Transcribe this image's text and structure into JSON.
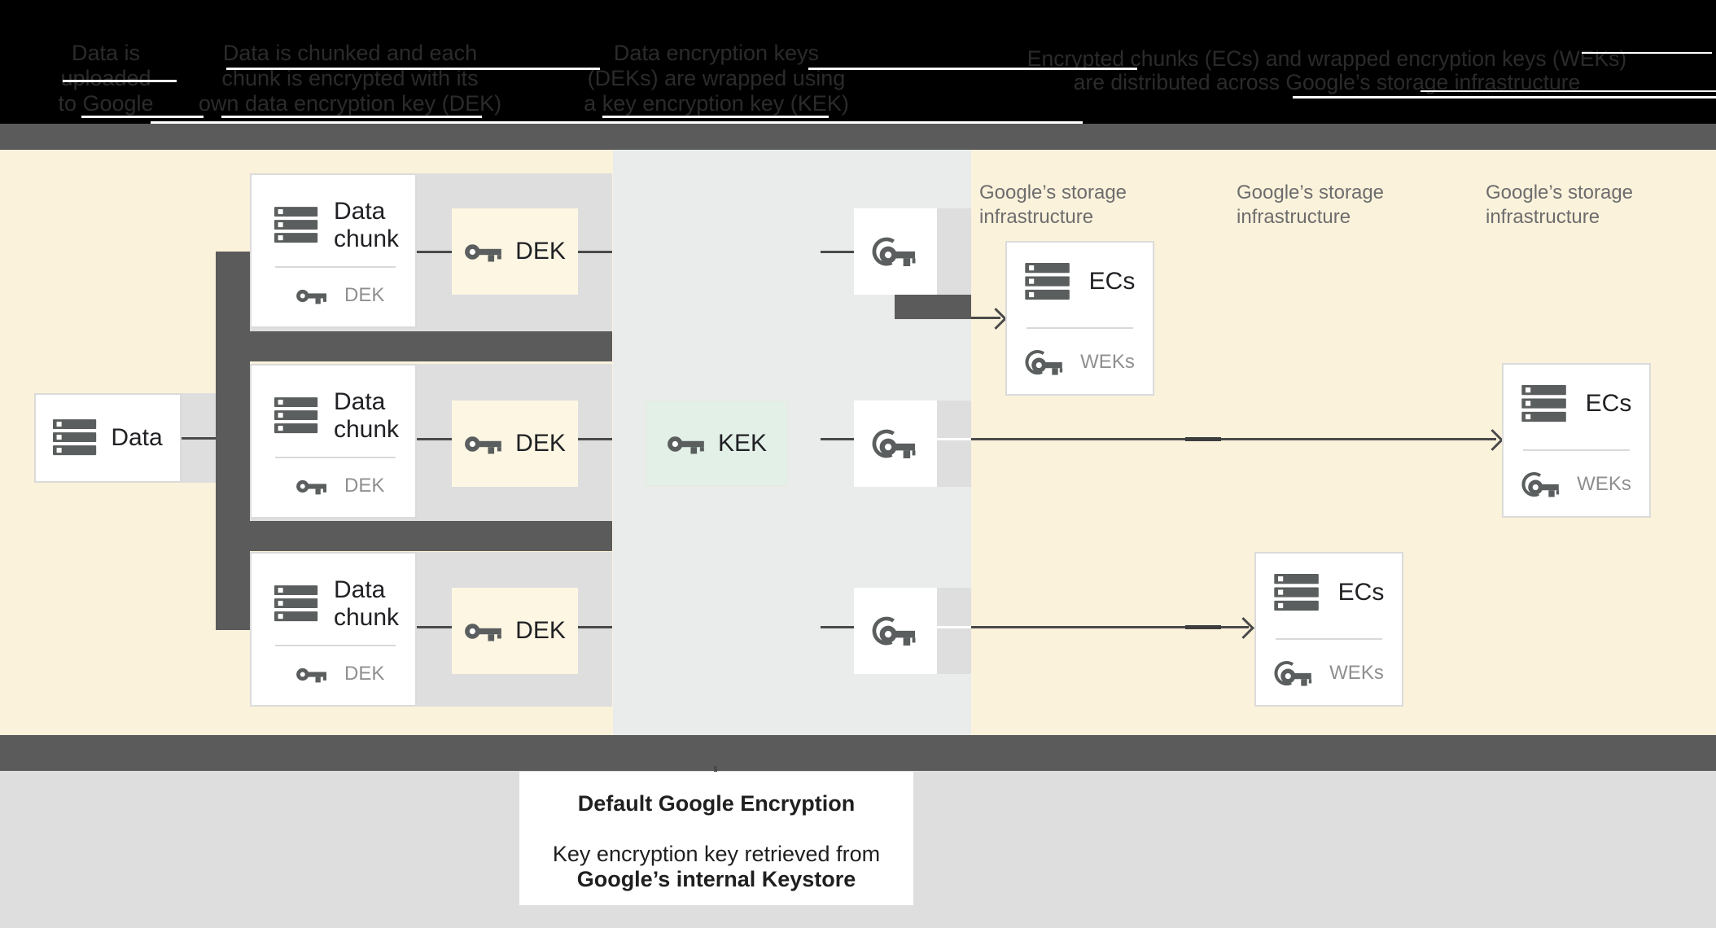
{
  "header": {
    "columns": [
      {
        "lines": [
          "Data is",
          "uploaded",
          "to Google"
        ]
      },
      {
        "lines": [
          "Data is chunked and each",
          "chunk is encrypted with its",
          "own data encryption key (DEK)"
        ]
      },
      {
        "lines": [
          "Data encryption keys",
          "(DEKs) are wrapped using",
          "a key encryption key (KEK)"
        ]
      },
      {
        "lines": [
          "Encrypted chunks (ECs) and wrapped encryption keys (WEKs)",
          "are distributed across Google’s storage infrastructure"
        ]
      }
    ]
  },
  "diagram": {
    "data_box": {
      "label": "Data"
    },
    "chunks": [
      {
        "title_line1": "Data",
        "title_line2": "chunk",
        "key_label": "DEK"
      },
      {
        "title_line1": "Data",
        "title_line2": "chunk",
        "key_label": "DEK"
      },
      {
        "title_line1": "Data",
        "title_line2": "chunk",
        "key_label": "DEK"
      }
    ],
    "deks": [
      {
        "label": "DEK"
      },
      {
        "label": "DEK"
      },
      {
        "label": "DEK"
      }
    ],
    "kek": {
      "label": "KEK"
    },
    "storage_labels": [
      {
        "line1": "Google’s storage",
        "line2": "infrastructure"
      },
      {
        "line1": "Google’s storage",
        "line2": "infrastructure"
      },
      {
        "line1": "Google’s storage",
        "line2": "infrastructure"
      }
    ],
    "ecs": [
      {
        "title": "ECs",
        "key_label": "WEKs"
      },
      {
        "title": "ECs",
        "key_label": "WEKs"
      },
      {
        "title": "ECs",
        "key_label": "WEKs"
      }
    ]
  },
  "footer": {
    "title": "Default Google Encryption",
    "line1": "Key encryption key retrieved from",
    "line2": "Google’s internal Keystore"
  },
  "colors": {
    "header_bg": "#000000",
    "header_text": "#2B2B2B",
    "cream_zone": "#FBF2DC",
    "cream_box": "#FDF6E3",
    "mid_zone": "#E9ECEB",
    "band_gray": "#DEDEDE",
    "dark_bar": "#5B5B5B",
    "kek_fill": "#E2F0E8",
    "icon_gray": "#5B5E5E",
    "line_gray": "#4A4A4A",
    "text_dark": "#202124",
    "text_gray": "#8F8F8F",
    "storage_label": "#6D6D6D",
    "footer_bg": "#DEDEDE"
  },
  "icon_names": [
    "data-stack-icon",
    "key-icon",
    "wrapped-key-icon"
  ]
}
